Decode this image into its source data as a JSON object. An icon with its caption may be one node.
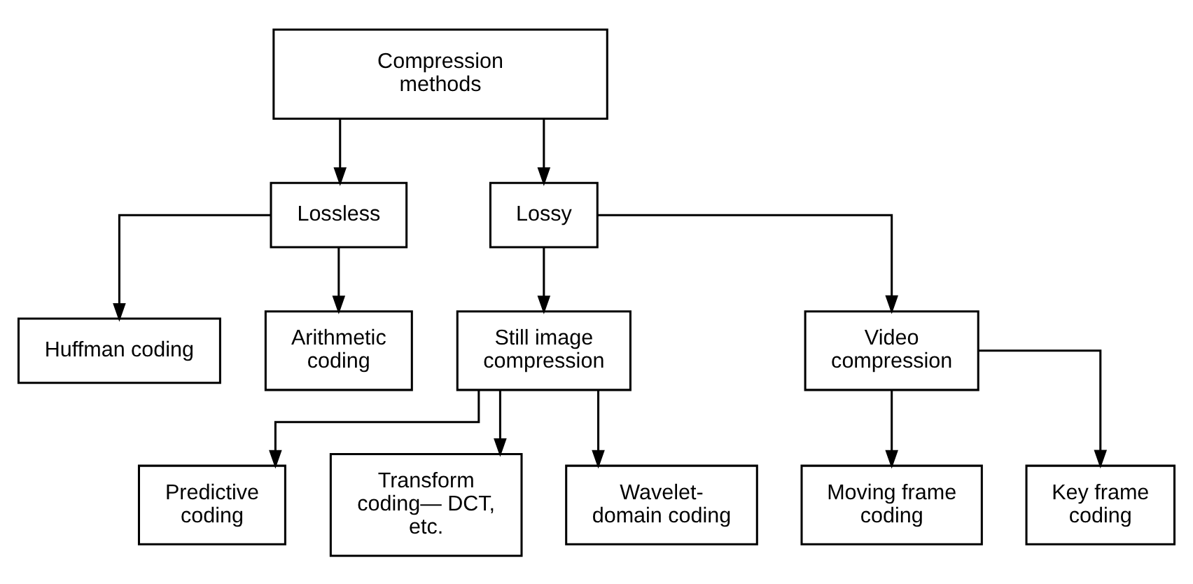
{
  "diagram": {
    "nodes": [
      {
        "text": [
          "Compression methods"
        ]
      },
      {
        "text": [
          "Lossless"
        ]
      },
      {
        "text": [
          "Lossy"
        ]
      },
      {
        "text": [
          "Huffman coding"
        ]
      },
      {
        "text": [
          "Arithmetic coding"
        ]
      },
      {
        "text": [
          "Still image compression"
        ]
      },
      {
        "text": [
          "Video compression"
        ]
      },
      {
        "text": [
          "Predictive coding"
        ]
      },
      {
        "text": [
          "Transform coding— DCT, etc."
        ]
      },
      {
        "text": [
          "Wavelet- domain coding"
        ]
      },
      {
        "text": [
          "Moving frame coding"
        ]
      },
      {
        "text": [
          "Key frame coding"
        ]
      }
    ],
    "edges": [
      {
        "from": 0,
        "to": 1,
        "arrow": "to"
      },
      {
        "from": 0,
        "to": 2,
        "arrow": "to"
      },
      {
        "from": 1,
        "to": 3,
        "arrow": "to"
      },
      {
        "from": 1,
        "to": 4,
        "arrow": "to"
      },
      {
        "from": 2,
        "to": 5,
        "arrow": "to"
      },
      {
        "from": 2,
        "to": 6,
        "arrow": "to"
      },
      {
        "from": 5,
        "to": 7,
        "arrow": "to"
      },
      {
        "from": 5,
        "to": 8,
        "arrow": "to"
      },
      {
        "from": 5,
        "to": 9,
        "arrow": "to"
      },
      {
        "from": 6,
        "to": 10,
        "arrow": "to"
      },
      {
        "from": 6,
        "to": 11,
        "arrow": "to"
      }
    ]
  }
}
